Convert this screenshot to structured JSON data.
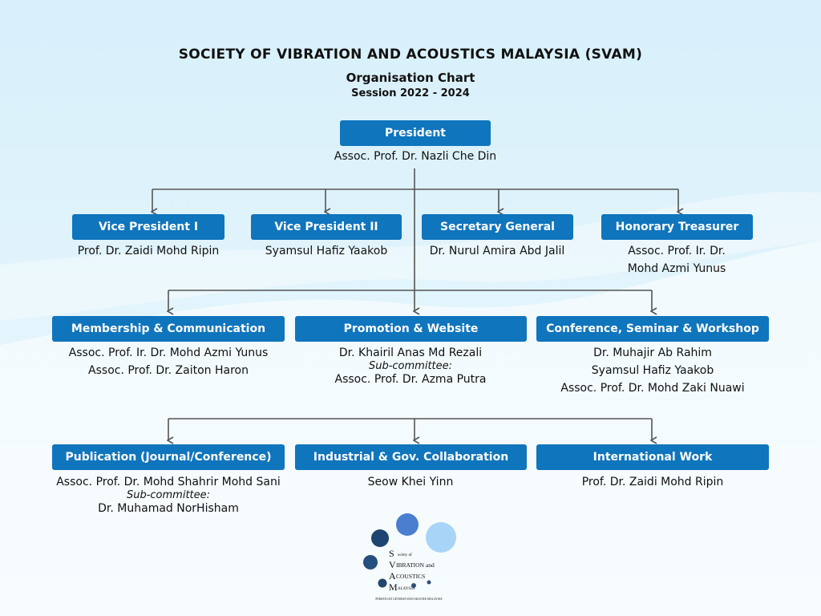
{
  "header": {
    "title": "SOCIETY OF VIBRATION AND ACOUSTICS MALAYSIA (SVAM)",
    "subtitle": "Organisation Chart",
    "session": "Session 2022 - 2024"
  },
  "president": {
    "role": "President",
    "name": "Assoc. Prof. Dr. Nazli Che Din"
  },
  "row1": [
    {
      "role": "Vice President I",
      "names": [
        "Prof. Dr. Zaidi Mohd Ripin"
      ]
    },
    {
      "role": "Vice President II",
      "names": [
        "Syamsul Hafiz Yaakob"
      ]
    },
    {
      "role": "Secretary General",
      "names": [
        "Dr. Nurul Amira Abd Jalil"
      ]
    },
    {
      "role": "Honorary Treasurer",
      "names": [
        "Assoc. Prof. Ir. Dr.",
        "Mohd Azmi Yunus"
      ]
    }
  ],
  "row2": [
    {
      "role": "Membership & Communication",
      "names": [
        "Assoc. Prof. Ir. Dr. Mohd Azmi Yunus",
        "Assoc. Prof. Dr. Zaiton Haron"
      ]
    },
    {
      "role": "Promotion & Website",
      "names": [
        "Dr. Khairil Anas Md Rezali"
      ],
      "sub_label": "Sub-committee:",
      "sub_names": [
        "Assoc. Prof. Dr. Azma Putra"
      ]
    },
    {
      "role": "Conference, Seminar & Workshop",
      "names": [
        "Dr. Muhajir Ab Rahim",
        "Syamsul Hafiz Yaakob",
        "Assoc. Prof. Dr. Mohd Zaki Nuawi"
      ]
    }
  ],
  "row3": [
    {
      "role": "Publication (Journal/Conference)",
      "names": [
        "Assoc. Prof. Dr. Mohd Shahrir Mohd Sani"
      ],
      "sub_label": "Sub-committee:",
      "sub_names": [
        "Dr. Muhamad NorHisham"
      ]
    },
    {
      "role": "Industrial & Gov. Collaboration",
      "names": [
        "Seow Khei Yinn"
      ]
    },
    {
      "role": "International Work",
      "names": [
        "Prof. Dr. Zaidi Mohd Ripin"
      ]
    }
  ],
  "logo": {
    "letters": [
      "S",
      "V",
      "A",
      "M"
    ],
    "words": [
      "ociety of",
      "IBRATION and",
      "COUSTICS",
      "ALAYSIA"
    ],
    "tagline": "PERSATUAN GETARAN DAN AKUSTIK MALAYSIA"
  },
  "colors": {
    "box": "#0f75bd",
    "line": "#555555",
    "background": "#e6f4fb"
  }
}
